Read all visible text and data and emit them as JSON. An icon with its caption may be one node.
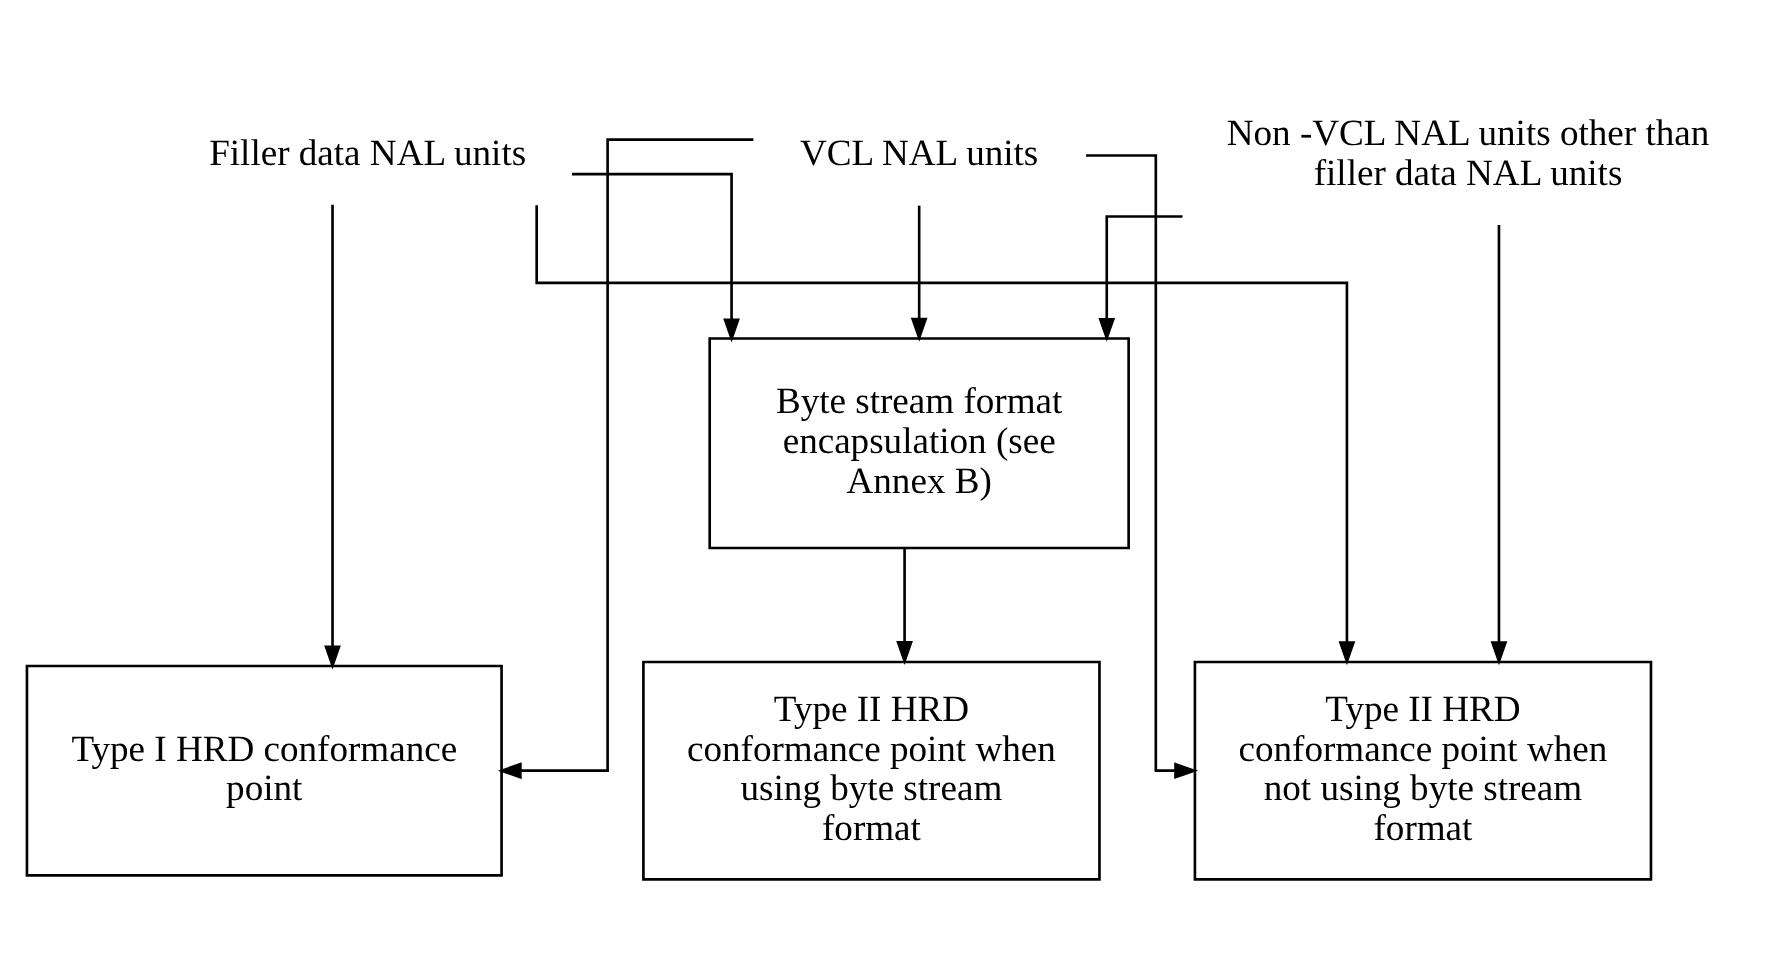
{
  "diagram": {
    "nodes": [
      {
        "text": [
          "VCL NAL units"
        ]
      },
      {
        "text": [
          "Filler data NAL units"
        ]
      },
      {
        "text": [
          "Non -VCL NAL units other than filler data NAL units"
        ]
      },
      {
        "text": [
          "Byte stream format encapsulation (see Annex B)"
        ]
      },
      {
        "text": [
          "Type I HRD conformance point"
        ]
      },
      {
        "text": [
          "Type II HRD conformance point when not using byte stream format"
        ]
      },
      {
        "text": [
          "Type II HRD conformance point when using byte stream format"
        ]
      }
    ],
    "edges": [
      {
        "from": 0,
        "to": 4,
        "arrow": "to"
      },
      {
        "from": 0,
        "to": 5,
        "arrow": "to"
      },
      {
        "from": 0,
        "to": 3,
        "arrow": "to"
      },
      {
        "from": 1,
        "to": 4,
        "arrow": "to"
      },
      {
        "from": 1,
        "to": 5,
        "arrow": "to"
      },
      {
        "from": 1,
        "to": 3,
        "arrow": "to"
      },
      {
        "from": 2,
        "to": 5,
        "arrow": "to"
      },
      {
        "from": 2,
        "to": 3,
        "arrow": "to"
      },
      {
        "from": 3,
        "to": 6,
        "arrow": "to"
      }
    ]
  }
}
